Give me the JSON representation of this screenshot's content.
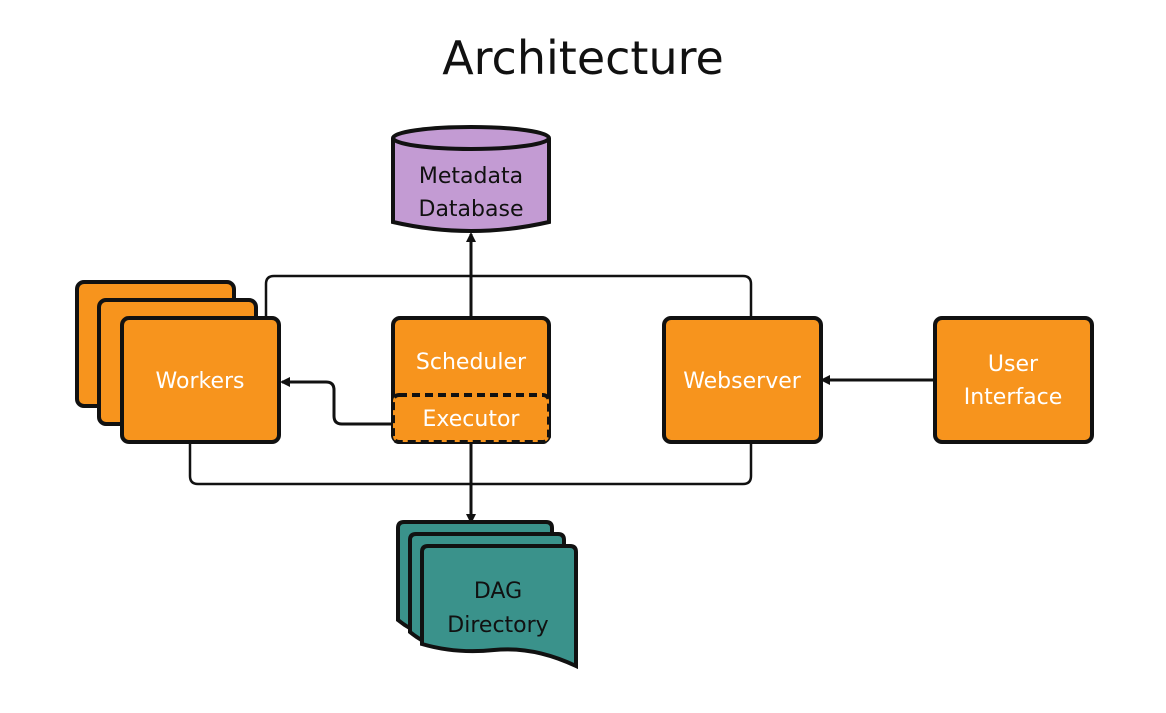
{
  "title": "Architecture",
  "nodes": {
    "metadata_database": {
      "line1": "Metadata",
      "line2": "Database"
    },
    "workers": {
      "label": "Workers"
    },
    "scheduler": {
      "label": "Scheduler"
    },
    "executor": {
      "label": "Executor"
    },
    "webserver": {
      "label": "Webserver"
    },
    "user_interface": {
      "line1": "User",
      "line2": "Interface"
    },
    "dag_directory": {
      "line1": "DAG",
      "line2": "Directory"
    }
  },
  "colors": {
    "component": "#f7941d",
    "database": "#c39bd3",
    "directory": "#3a928b",
    "stroke": "#111111"
  }
}
